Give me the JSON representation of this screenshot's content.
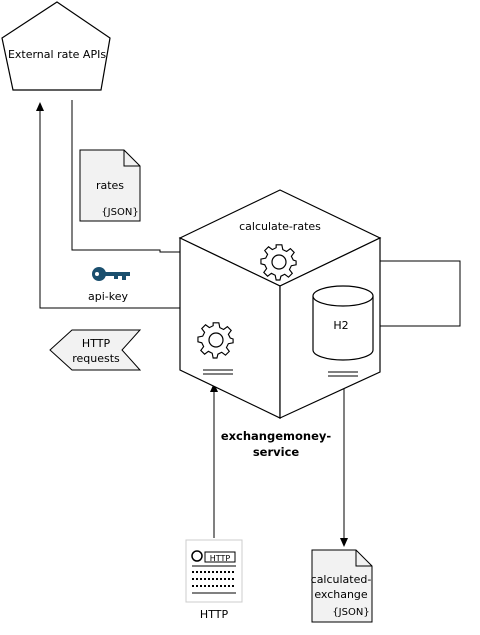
{
  "nodes": {
    "external_apis": {
      "label": "External rate APIs"
    },
    "rates_doc": {
      "label": "rates",
      "tag": "{JSON}"
    },
    "service_cube": {
      "top_label": "calculate-rates",
      "db_label": "H2",
      "name_line1": "exchangemoney-",
      "name_line2": "service"
    },
    "api_key": {
      "label": "api-key"
    },
    "http_requests": {
      "line1": "HTTP",
      "line2": "requests"
    },
    "http_client": {
      "label": "HTTP",
      "icon_text": "HTTP"
    },
    "calculated_doc": {
      "line1": "calculated-",
      "line2": "exchange",
      "tag": "{JSON}"
    }
  },
  "colors": {
    "stroke": "#000000",
    "key": "#1a4f6e",
    "doc_fill": "#f2f2f2",
    "icon_fill": "#ffffff"
  },
  "icons": [
    "gear-icon",
    "key-icon",
    "database-icon",
    "document-icon",
    "http-icon",
    "arrow-left-shape"
  ]
}
